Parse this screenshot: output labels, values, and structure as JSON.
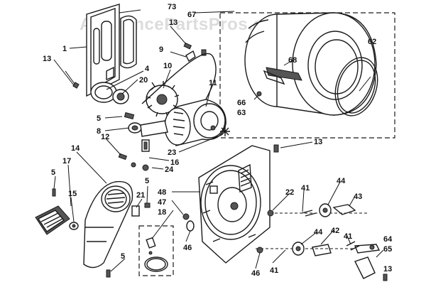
{
  "watermark": "AppliancePartsPros.com",
  "labels": {
    "l73": "73",
    "l67": "67",
    "l1": "1",
    "l13a": "13",
    "l13b": "13",
    "l9": "9",
    "l4": "4",
    "l20": "20",
    "l10": "10",
    "l11": "11",
    "l5a": "5",
    "l8": "8",
    "l23": "23",
    "l16": "16",
    "l12": "12",
    "l24": "24",
    "l14": "14",
    "l17": "17",
    "l5b": "5",
    "l15": "15",
    "l21": "21",
    "l5c": "5",
    "l48": "48",
    "l47": "47",
    "l18": "18",
    "l46a": "46",
    "l5d": "5",
    "l22": "22",
    "l41a": "41",
    "l44a": "44",
    "l43": "43",
    "l44b": "44",
    "l42": "42",
    "l41b": "41",
    "l41c": "41",
    "l46b": "46",
    "l64": "64",
    "l65": "65",
    "l13d": "13",
    "l13c": "13",
    "l66": "66",
    "l63": "63",
    "l68": "68",
    "l62": "62"
  }
}
